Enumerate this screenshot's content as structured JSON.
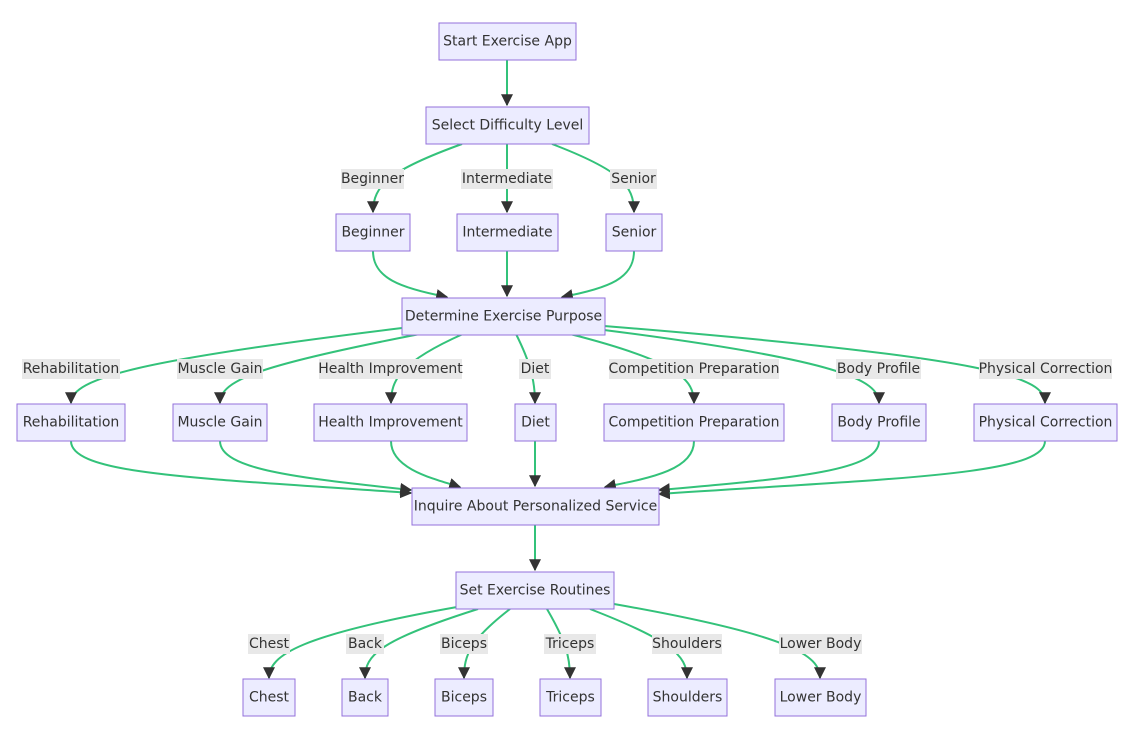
{
  "colors": {
    "node_fill": "#ececff",
    "node_stroke": "#9370db",
    "edge": "#33c27a",
    "arrow": "#333333",
    "label_bg": "#e8e8e8"
  },
  "nodes": {
    "start": "Start Exercise App",
    "select_level": "Select Difficulty Level",
    "beginner": "Beginner",
    "intermediate": "Intermediate",
    "senior": "Senior",
    "purpose": "Determine Exercise Purpose",
    "rehabilitation": "Rehabilitation",
    "muscle_gain": "Muscle Gain",
    "health": "Health Improvement",
    "diet": "Diet",
    "competition": "Competition Preparation",
    "body_profile": "Body Profile",
    "physical_correction": "Physical Correction",
    "inquire": "Inquire About Personalized Service",
    "routines": "Set Exercise Routines",
    "chest": "Chest",
    "back": "Back",
    "biceps": "Biceps",
    "triceps": "Triceps",
    "shoulders": "Shoulders",
    "lower_body": "Lower Body"
  },
  "edge_labels": {
    "beginner": "Beginner",
    "intermediate": "Intermediate",
    "senior": "Senior",
    "rehabilitation": "Rehabilitation",
    "muscle_gain": "Muscle Gain",
    "health": "Health Improvement",
    "diet": "Diet",
    "competition": "Competition Preparation",
    "body_profile": "Body Profile",
    "physical_correction": "Physical Correction",
    "chest": "Chest",
    "back": "Back",
    "biceps": "Biceps",
    "triceps": "Triceps",
    "shoulders": "Shoulders",
    "lower_body": "Lower Body"
  }
}
